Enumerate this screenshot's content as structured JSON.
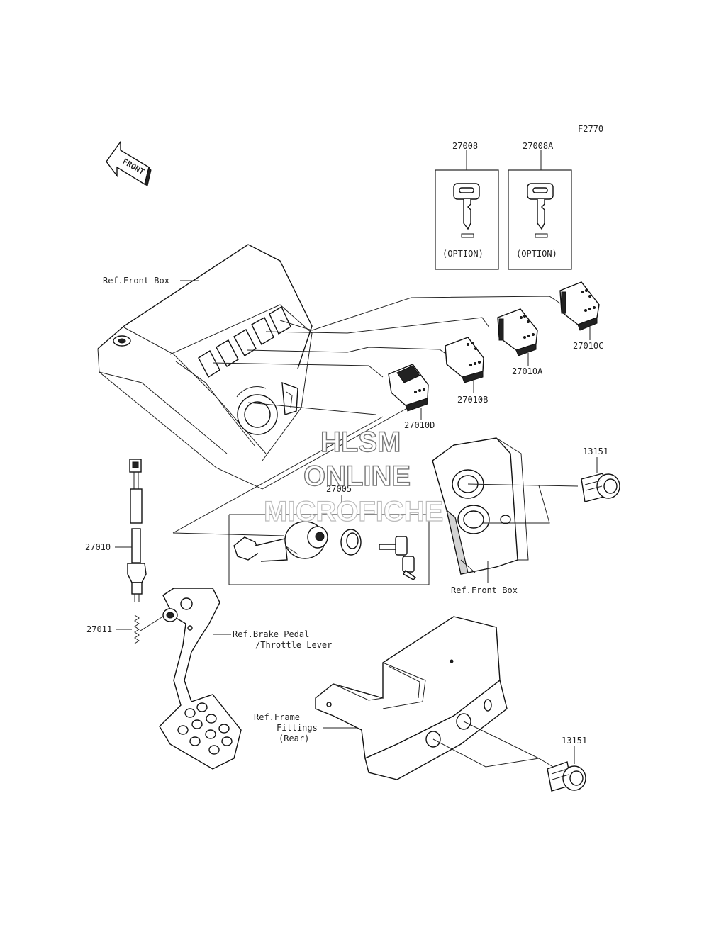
{
  "figure_code": "F2770",
  "front_arrow": "FRONT",
  "watermark": [
    "HLSM",
    "ONLINE",
    "MICROFICHE"
  ],
  "parts": {
    "key_1": "27008",
    "key_2": "27008A",
    "switch_c": "27010C",
    "switch_a": "27010A",
    "switch_b": "27010B",
    "switch_d": "27010D",
    "ignition": "27005",
    "socket_front": "13151",
    "socket_rear": "13151",
    "stop_switch": "27010",
    "spring": "27011"
  },
  "option_label": "(OPTION)",
  "refs": {
    "front_box_top": "Ref.Front Box",
    "front_box_right": "Ref.Front Box",
    "brake_line1": "Ref.Brake Pedal",
    "brake_line2": "/Throttle Lever",
    "frame_line1": "Ref.Frame",
    "frame_line2": "Fittings",
    "frame_line3": "(Rear)"
  }
}
